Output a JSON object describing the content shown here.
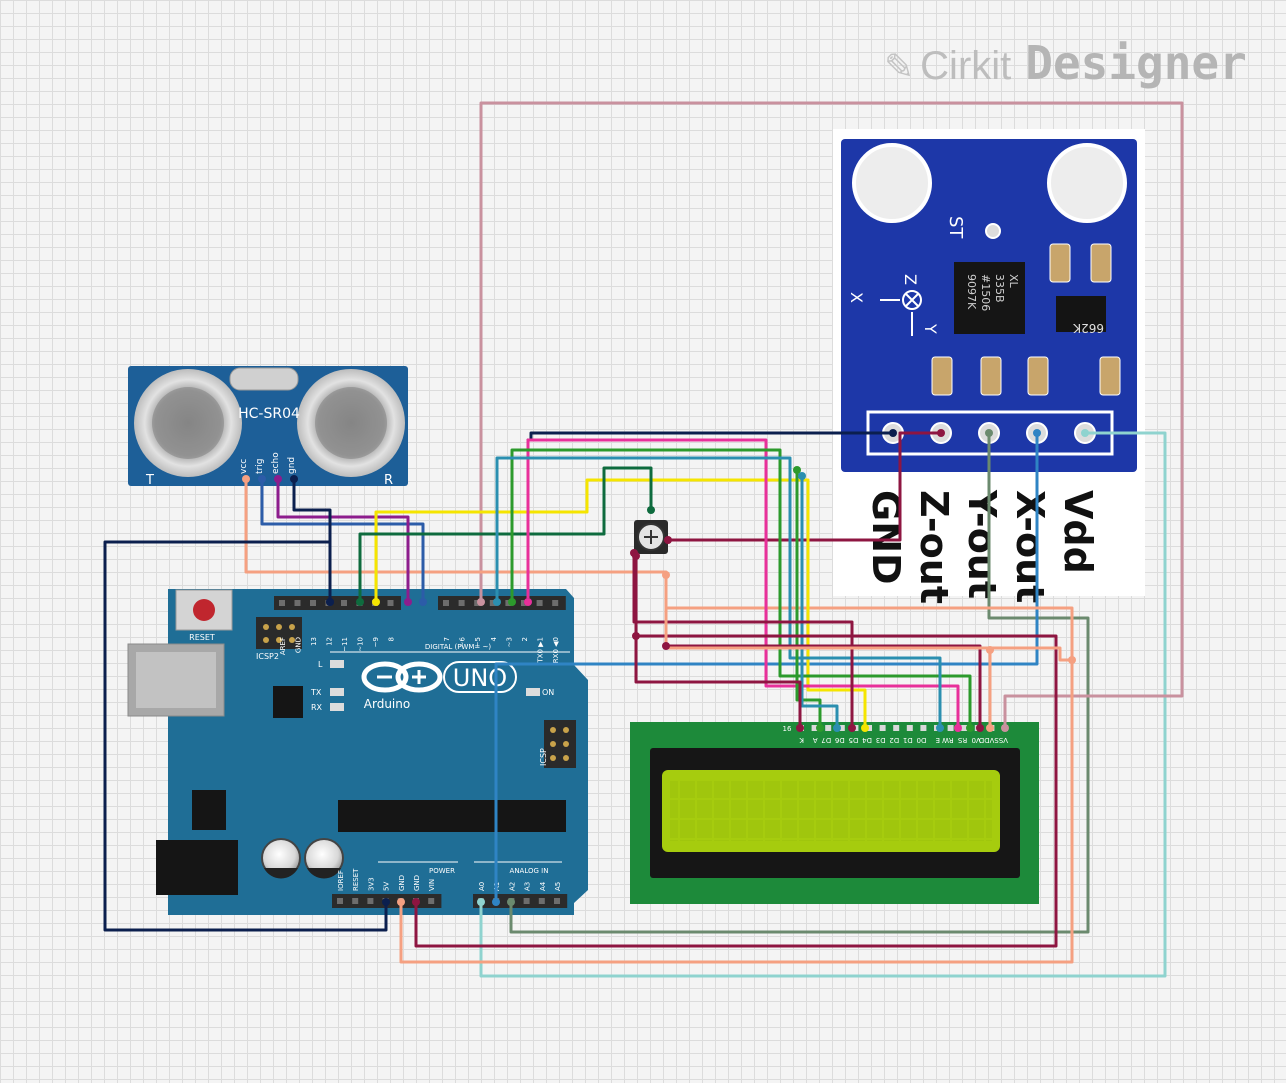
{
  "branding": {
    "word1": "Cirkit",
    "word2": "Designer",
    "mark_icon": "pencil-lines-icon"
  },
  "ultrasonic": {
    "model": "HC-SR04",
    "t": "T",
    "r": "R",
    "pins": [
      "vcc",
      "trig",
      "echo",
      "gnd"
    ]
  },
  "accelerometer": {
    "chip_lines": [
      "XL",
      "335B",
      "#1506",
      "9097K"
    ],
    "st": "ST",
    "z": "Z",
    "x": "X",
    "y": "Y",
    "resistor": "662K",
    "pin_labels": [
      "GND",
      "Z-out",
      "Y-out",
      "X-out",
      "Vdd"
    ]
  },
  "arduino": {
    "reset": "RESET",
    "icsp2": "ICSP2",
    "icsp": "ICSP",
    "led_l": "L",
    "led_tx": "TX",
    "led_rx": "RX",
    "led_on": "ON",
    "brand": "Arduino",
    "logo_uno": "UNO",
    "digital_label": "DIGITAL (PWM= ~)",
    "power_label": "POWER",
    "analog_label": "ANALOG IN",
    "digital_top_a": [
      "AREF",
      "GND",
      "13",
      "12",
      "~11",
      "~10",
      "~9",
      "8"
    ],
    "digital_top_b": [
      "7",
      "~6",
      "~5",
      "4",
      "~3",
      "2",
      "TX0 ▶1",
      "RX0 ◀0"
    ],
    "power_pins": [
      "IOREF",
      "RESET",
      "3V3",
      "5V",
      "GND",
      "GND",
      "VIN"
    ],
    "analog_pins": [
      "A0",
      "A1",
      "A2",
      "A3",
      "A4",
      "A5"
    ]
  },
  "lcd": {
    "pins": [
      "VSS",
      "VDD",
      "V0",
      "RS",
      "RW",
      "E",
      "D0",
      "D1",
      "D2",
      "D3",
      "D4",
      "D5",
      "D6",
      "D7",
      "A",
      "K"
    ],
    "num_first": "1",
    "num_last": "16"
  },
  "colors": {
    "wire_navy": "#0b1f4e",
    "wire_pink": "#c9919e",
    "wire_yellow": "#f5e500",
    "wire_magenta": "#e8309a",
    "wire_green": "#2c9a2c",
    "wire_darkgreen": "#0e6b3e",
    "wire_teal": "#2b8fb0",
    "wire_blue": "#2c5ca8",
    "wire_purple": "#8d1d8d",
    "wire_maroon": "#8e1541",
    "wire_salmon": "#f5a081",
    "wire_gray": "#6b8a6e",
    "wire_lightblue": "#2f84c4",
    "wire_cyan": "#8fd3cf",
    "board": "#1f6e96",
    "lcd_green": "#a6cc0e"
  }
}
